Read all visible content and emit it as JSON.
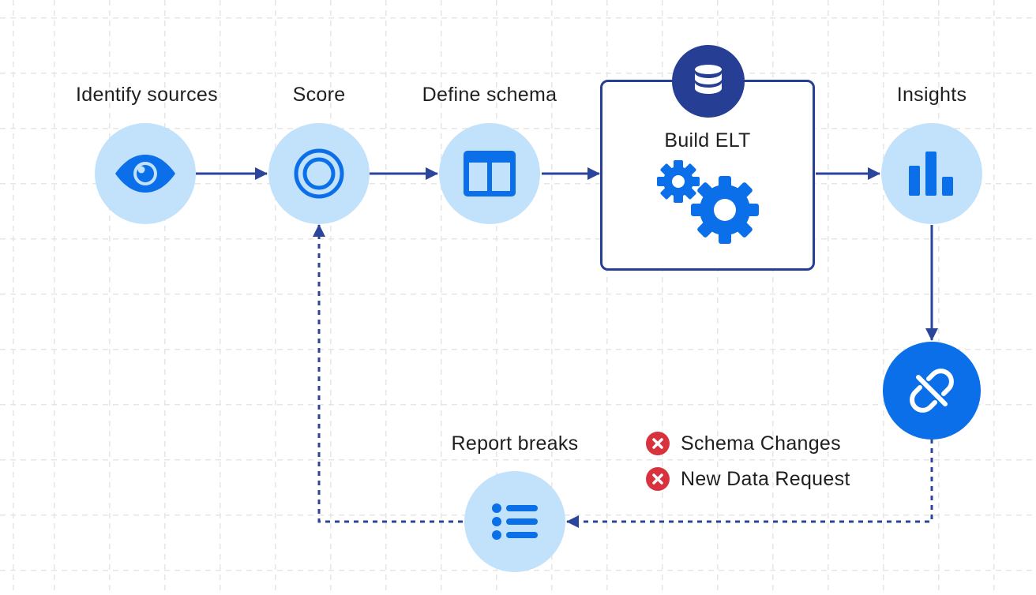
{
  "colors": {
    "line": "#2b459a",
    "light_circle": "#c2e1fb",
    "icon_blue": "#0a6fe8",
    "badge": "#263e94",
    "error_red": "#d8323d"
  },
  "steps": {
    "identify": {
      "label": "Identify sources",
      "icon": "eye-icon"
    },
    "score": {
      "label": "Score",
      "icon": "target-icon"
    },
    "schema": {
      "label": "Define schema",
      "icon": "table-layout-icon"
    },
    "elt": {
      "label": "Build ELT",
      "icon": "gears-icon",
      "badge_icon": "database-icon"
    },
    "insights": {
      "label": "Insights",
      "icon": "bar-chart-icon"
    },
    "broken": {
      "label": "",
      "icon": "broken-link-icon"
    },
    "report": {
      "label": "Report breaks",
      "icon": "list-icon"
    }
  },
  "breaks": [
    {
      "label": "Schema Changes",
      "icon": "x-circle-icon"
    },
    {
      "label": "New Data Request",
      "icon": "x-circle-icon"
    }
  ]
}
